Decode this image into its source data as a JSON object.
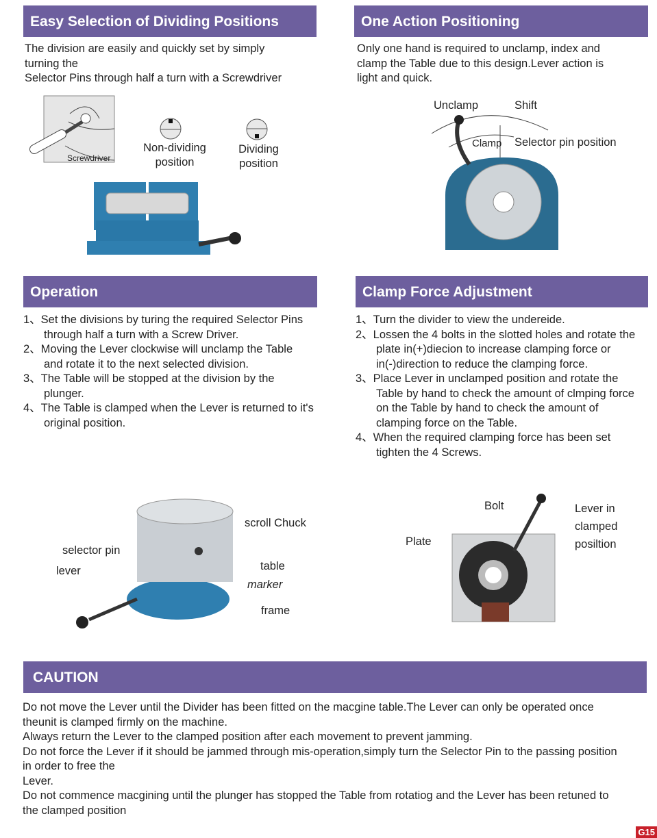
{
  "sections": {
    "easy_selection": {
      "title": "Easy Selection of Dividing Positions",
      "body": [
        "The division are easily and quickly set by simply",
        "turning the",
        "Selector Pins through half a turn with a Screwdriver"
      ],
      "labels": {
        "screwdriver": "Screwdriver",
        "non_dividing": "Non-dividing position",
        "dividing": "Dividing position"
      }
    },
    "one_action": {
      "title": "One Action Positioning",
      "body": [
        "Only one hand is required to unclamp, index and",
        "clamp the Table due to this design.Lever action is",
        "light and quick."
      ],
      "labels": {
        "unclamp": "Unclamp",
        "shift": "Shift",
        "clamp": "Clamp",
        "selector_pin": "Selector pin position"
      }
    },
    "operation": {
      "title": "Operation",
      "items": [
        "1、Set the divisions by turing the required Selector Pins through half a turn with a Screw Driver.",
        "2、Moving the Lever clockwise will unclamp the Table and rotate it to the next selected division.",
        "3、The Table will be stopped at the division by the plunger.",
        "4、The Table is clamped when the Lever is returned to it's original position."
      ],
      "labels": {
        "scroll_chuck": "scroll Chuck",
        "selector_pin": "selector pin",
        "lever": "lever",
        "table": "table",
        "marker": "marker",
        "frame": "frame"
      }
    },
    "clamp_force": {
      "title": "Clamp Force Adjustment",
      "items": [
        "1、Turn the divider to view the undereide.",
        "2、Lossen the 4 bolts in the slotted holes and rotate the plate in(+)diecion to increase clamping force or in(-)direction to reduce the clamping force.",
        "3、Place Lever in unclamped position and rotate the Table by hand to check the amount of clmping force on the Table by hand to check the amount of clamping force on the Table.",
        "4、When the required clamping force has been set tighten the 4 Screws."
      ],
      "labels": {
        "bolt": "Bolt",
        "plate": "Plate",
        "lever_clamped": "Lever in clamped posiltion"
      }
    },
    "caution": {
      "title": "CAUTION",
      "body": [
        "Do not move the Lever until the Divider has been fitted on the macgine table.The Lever can only be operated once theunit is clamped firmly on the machine.",
        "Always return the Lever to the clamped position after each movement to prevent jamming.",
        "Do not force the Lever if it should be jammed through mis-operation,simply turn the Selector Pin to the passing position in order to free the",
        "Lever.",
        "Do not commence macgining until the plunger has stopped the Table from rotatiog and the Lever has been retuned to the clamped position"
      ]
    }
  },
  "page_number": "G15",
  "colors": {
    "header": "#6d5f9e",
    "machine": "#2f7fb0",
    "badge": "#c8202a"
  }
}
